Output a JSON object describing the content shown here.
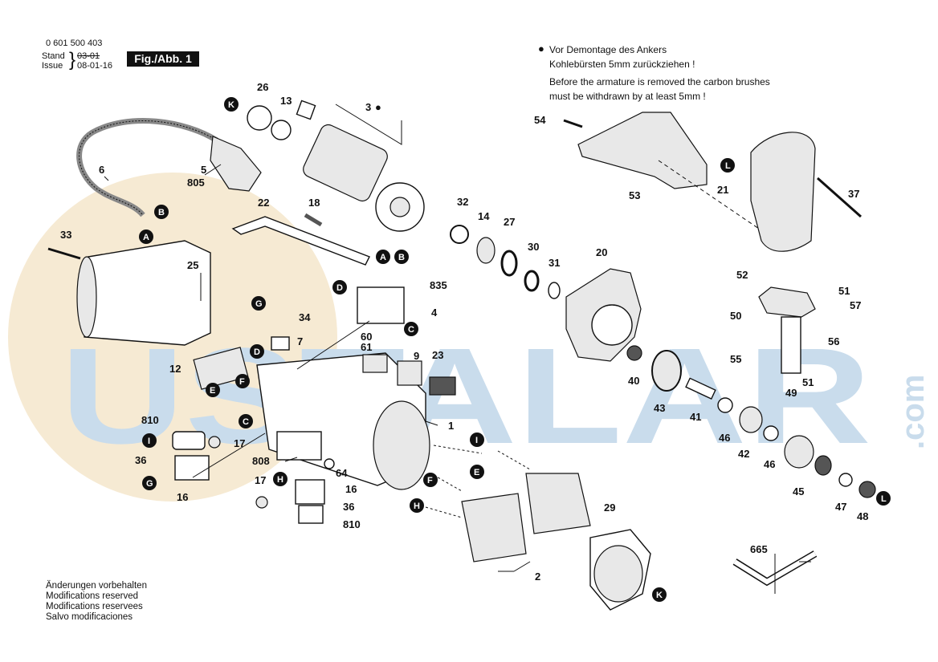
{
  "header": {
    "part_number": "0 601 500 403",
    "stand_label": "Stand",
    "stand_old": "03-01",
    "issue_label": "Issue",
    "issue_date": "08-01-16",
    "figure": "Fig./Abb. 1"
  },
  "note": {
    "bullet": "●",
    "de_line1": "Vor Demontage des Ankers",
    "de_line2": "Kohlebürsten 5mm zurückziehen !",
    "en_line1": "Before the armature is removed the carbon brushes",
    "en_line2": "must be withdrawn by at least 5mm !"
  },
  "footer": [
    "Änderungen vorbehalten",
    "Modifications reserved",
    "Modifications reservees",
    "Salvo modificaciones"
  ],
  "watermark": {
    "main": "USTALAR",
    "com": ".com",
    "color": "#c9dcec",
    "disc_color": "#f4e4c8"
  },
  "part_labels": [
    "26",
    "13",
    "3",
    "6",
    "5",
    "805",
    "22",
    "18",
    "32",
    "14",
    "27",
    "30",
    "31",
    "20",
    "54",
    "53",
    "21",
    "37",
    "52",
    "51",
    "57",
    "50",
    "56",
    "55",
    "49",
    "51",
    "33",
    "25",
    "835",
    "4",
    "34",
    "7",
    "60",
    "61",
    "9",
    "23",
    "1",
    "12",
    "810",
    "17",
    "36",
    "16",
    "808",
    "64",
    "17",
    "16",
    "36",
    "810",
    "40",
    "43",
    "41",
    "46",
    "42",
    "46",
    "45",
    "47",
    "48",
    "29",
    "2",
    "665"
  ],
  "part_labels_3_suffix": "●",
  "callouts": [
    "K",
    "B",
    "A",
    "A",
    "B",
    "D",
    "C",
    "G",
    "D",
    "F",
    "E",
    "C",
    "I",
    "G",
    "H",
    "I",
    "E",
    "F",
    "H",
    "K",
    "L",
    "L"
  ]
}
